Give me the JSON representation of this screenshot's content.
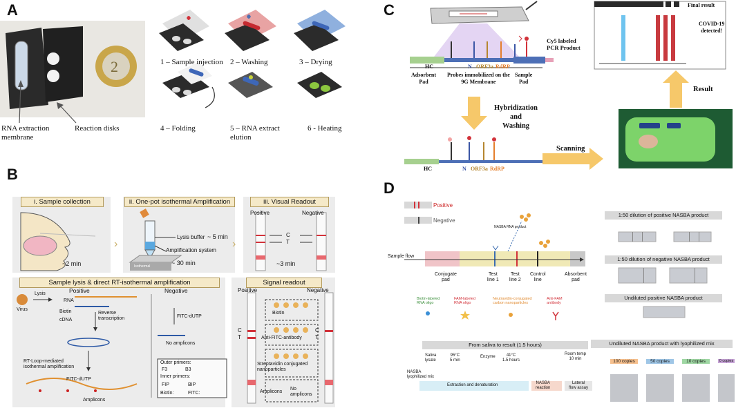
{
  "panels": {
    "a": "A",
    "b": "B",
    "c": "C",
    "d": "D"
  },
  "panel_a": {
    "photo_labels": {
      "membrane": "RNA extraction\nmembrane",
      "disks": "Reaction disks"
    },
    "steps": [
      "1 – Sample injection",
      "2 – Washing",
      "3 – Drying",
      "4 – Folding",
      "5 – RNA extract\nelution",
      "6 -  Heating"
    ]
  },
  "panel_b": {
    "headers": {
      "s1": "i. Sample collection",
      "s2": "ii. One-pot isothermal Amplification",
      "s3": "iii. Visual Readout",
      "s4": "Sample lysis & direct RT-isothermal amplification",
      "s5": "Signal readout"
    },
    "times": {
      "t1": "~2 min",
      "t2": "~ 5 min",
      "t3": "~ 30 min",
      "t4": "~3 min"
    },
    "amp_labels": {
      "lysis": "Lysis buffer",
      "system": "Amplification system",
      "block": "Isothermal"
    },
    "readout": {
      "pos": "Positive",
      "neg": "Negative",
      "c": "C",
      "t": "T"
    },
    "lysis": {
      "virus": "Virus",
      "lysis": "Lysis",
      "positive": "Positive",
      "negative": "Negative",
      "rna": "RNA",
      "biotin": "Biotin",
      "cdna": "cDNA",
      "rt": "Reverse\ntranscription",
      "fitc": "FITC-dUTP",
      "noamp": "No amplicons",
      "rtloop": "RT-Loop-mediated\nisothermal amplification",
      "fitc2": "FITC-dUTP",
      "amplicons": "Amplicons",
      "outer": "Outer primers:",
      "f3": "F3",
      "b3": "B3",
      "inner": "Inner primers:",
      "fip": "FIP",
      "bip": "BIP",
      "biotin2": "Biotin:",
      "fitc3": "FITC:"
    },
    "signal": {
      "pos": "Positive",
      "neg": "Negative",
      "c": "C",
      "t": "T",
      "biotin": "Biotin",
      "anti": "Anti-FITC-antibody",
      "strep": "Streptavidin conjugated\nnanoparticles",
      "amp": "Amplicons",
      "noamp": "No\namplicons"
    }
  },
  "panel_c": {
    "final": "Final result",
    "covid": "COVID-19\ndetected!",
    "cy5": "Cy5 labeled\nPCR Product",
    "adsorbent": "Adsorbent\nPad",
    "hc": "HC",
    "n": "N",
    "orf": "ORF3a",
    "rdrp": "RdRP",
    "probes": "Probes immobilized on the\n9G Membrane",
    "sample_pad": "Sample\nPad",
    "hyb": "Hybridization\nand\nWashing",
    "scanning": "Scanning",
    "result": "Result",
    "hc2": "HC",
    "n2": "N",
    "orf2": "ORF3a",
    "rdrp2": "RdRP"
  },
  "panel_d": {
    "positive": "Positive",
    "negative": "Negative",
    "nasba": "NASBA RNA product",
    "sample_flow": "Sample flow",
    "conj": "Conjugate\npad",
    "tl1": "Test\nline 1",
    "tl2": "Test\nline 2",
    "ctrl": "Control\nline",
    "abs": "Absorbent\npad",
    "leg1": "Biotin-labeled\nRNA oligo",
    "leg2": "FAM-labeled\nRNA oligo",
    "leg3": "Neutravidin-conjugated\ncarbon nanoparticles",
    "leg4": "Anti-FAM\nantibody",
    "dil_pos": "1:50 dilution of positive NASBA product",
    "dil_neg": "1:50 dilution of negative NASBA product",
    "undil": "Undiluted positive NASBA product",
    "saliva_title": "From saliva to result (1.5 hours)",
    "saliva_lysate": "Saliva\nlysate",
    "t95": "95°C\n5 min",
    "enzyme": "Enzyme",
    "t41": "41°C\n1.5 hours",
    "room": "Room temp\n10 min",
    "lyo": "NASBA\nlyophilized mix",
    "extract": "Extraction and denaturation",
    "nasba_rx": "NASBA\nreaction",
    "lfa": "Lateral\nflow assay",
    "undil_mix": "Undiluted NASBA product with lyophilized mix",
    "copies": [
      "100 copies",
      "50 copies",
      "10 copies",
      "0 copies"
    ],
    "copy_colors": [
      "#f6c08e",
      "#9fc6e6",
      "#9fd7a3",
      "#c6a3d6"
    ]
  }
}
